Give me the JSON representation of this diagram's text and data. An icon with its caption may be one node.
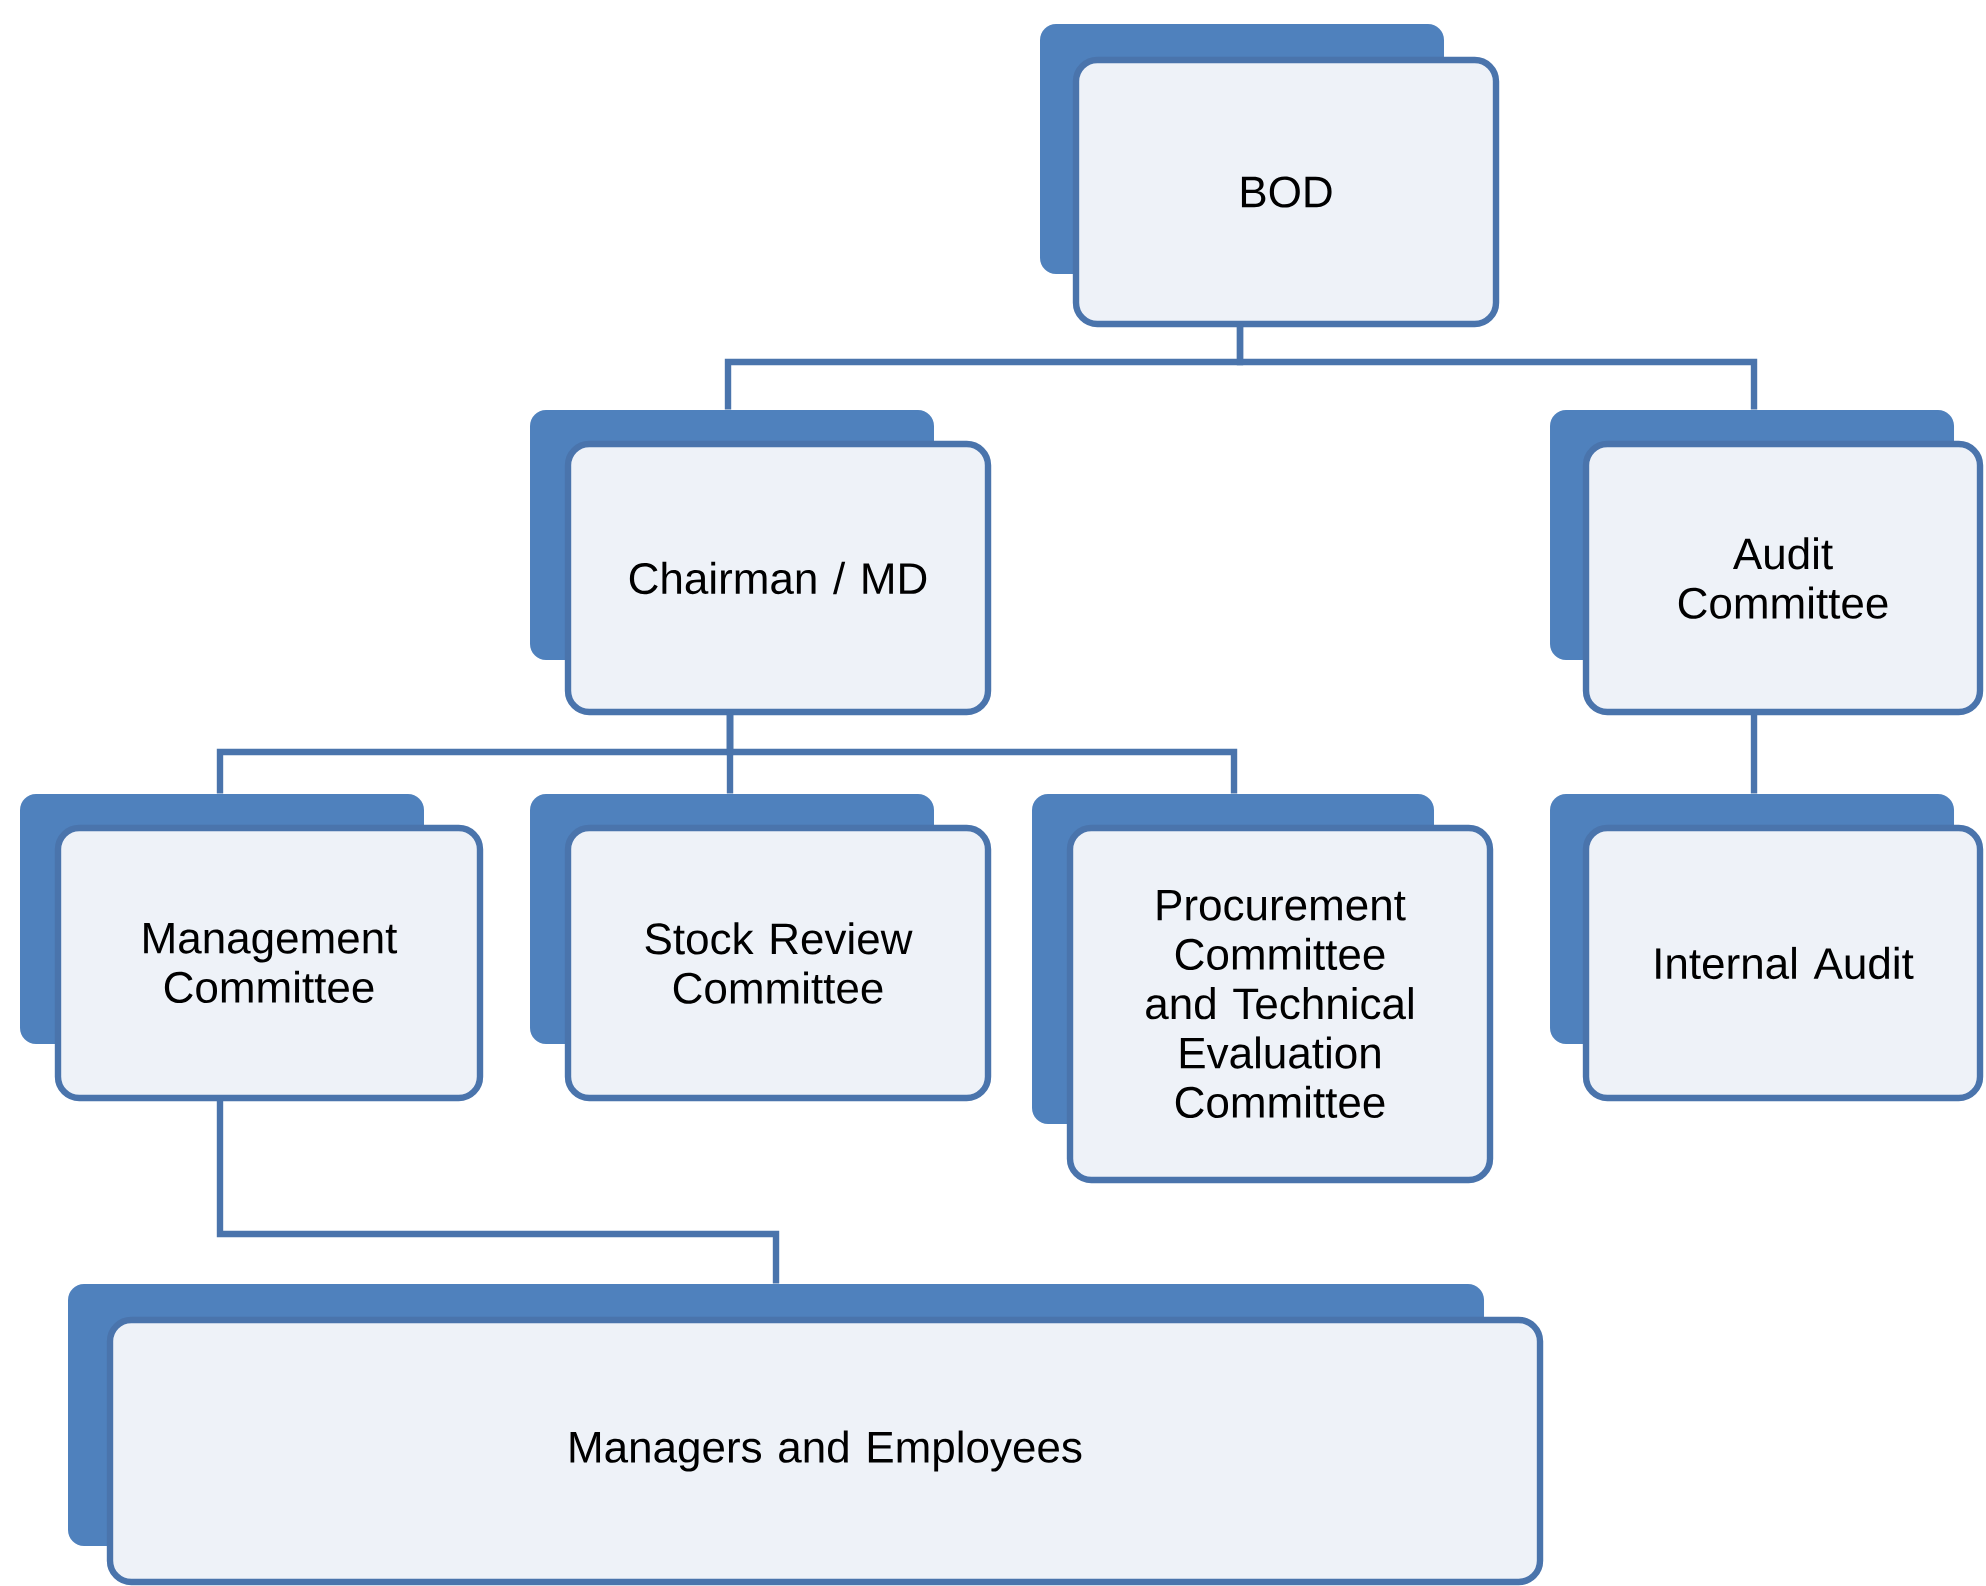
{
  "diagram": {
    "nodes": [
      {
        "text": [
          "BOD"
        ]
      },
      {
        "text": [
          "Chairman / MD"
        ]
      },
      {
        "text": [
          "Audit Committee"
        ]
      },
      {
        "text": [
          "Management Committee"
        ]
      },
      {
        "text": [
          "Stock Review Committee"
        ]
      },
      {
        "text": [
          "Procurement Committee and Technical Evaluation Committee"
        ]
      },
      {
        "text": [
          "Internal Audit"
        ]
      },
      {
        "text": [
          "Managers and Employees"
        ]
      }
    ],
    "edges": [
      {
        "from": 0,
        "to": 1,
        "arrow": "none"
      },
      {
        "from": 0,
        "to": 2,
        "arrow": "none"
      },
      {
        "from": 1,
        "to": 3,
        "arrow": "none"
      },
      {
        "from": 1,
        "to": 4,
        "arrow": "none"
      },
      {
        "from": 1,
        "to": 5,
        "arrow": "none"
      },
      {
        "from": 2,
        "to": 6,
        "arrow": "none"
      },
      {
        "from": 3,
        "to": 7,
        "arrow": "none"
      }
    ]
  }
}
